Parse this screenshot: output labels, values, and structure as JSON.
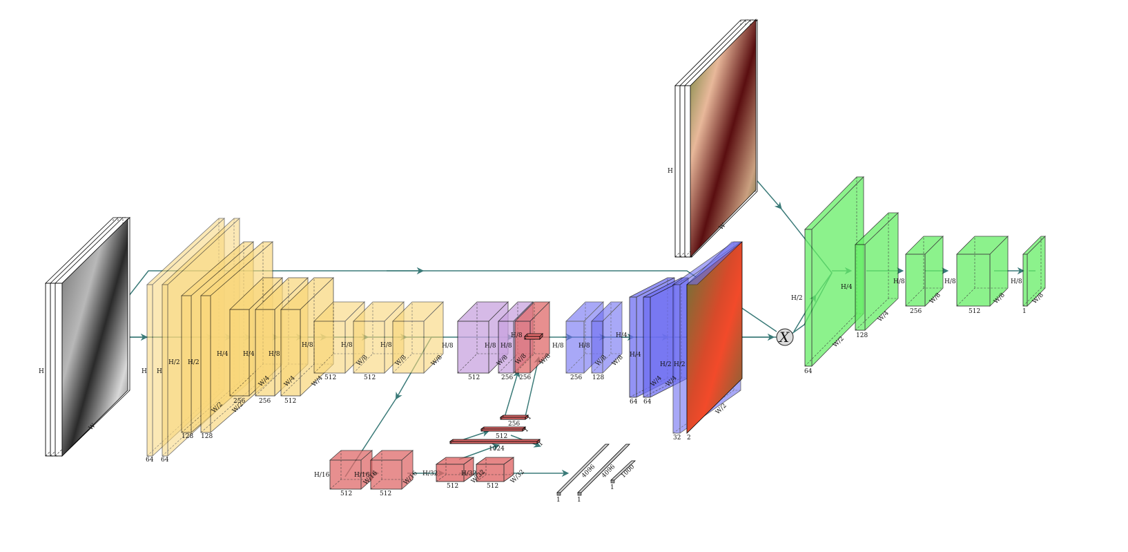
{
  "colors": {
    "encoder": "#f9d77a",
    "fusion": "#c9a3e0",
    "classifier": "#e06a6a",
    "decoder": "#6f6ff2",
    "discriminator": "#66ee66",
    "arrow": "#3a7a78",
    "edge": "#000000"
  },
  "icons": {
    "input_image": "grayscale-photo-icon",
    "output_image": "color-photo-icon",
    "fusion_node": "multiply-node-icon"
  },
  "labels": {
    "fusion_symbol": "X",
    "input_h": "H",
    "input_w": "W",
    "out_h": "H",
    "out_w": "W",
    "enc": [
      "H",
      "H",
      "H/2",
      "H/2",
      "H/4",
      "H/4",
      "H/8",
      "H/8",
      "H/8",
      "H/8"
    ],
    "enc_ch": [
      "64",
      "64",
      "128",
      "128",
      "256",
      "256",
      "512",
      "512",
      "512"
    ],
    "enc_w": [
      "W/2",
      "W/2",
      "W/4",
      "W/4",
      "W/4",
      "W/8",
      "W/8",
      "W/8"
    ],
    "fusion_h": [
      "H/8",
      "H/8",
      "H/8",
      "H/8"
    ],
    "fusion_ch": [
      "512",
      "256",
      "256"
    ],
    "fusion_w": [
      "W/8",
      "W/8",
      "W/8"
    ],
    "cls_h": [
      "H/16",
      "H/16",
      "H/32",
      "H/32"
    ],
    "cls_ch": [
      "512",
      "512",
      "512",
      "512"
    ],
    "cls_w": [
      "W/16",
      "W/16",
      "W/32",
      "W/32"
    ],
    "fc": [
      "256",
      "512",
      "1024"
    ],
    "fc_one": [
      "1",
      "1",
      "1"
    ],
    "bars": [
      "4096",
      "4096",
      "1000"
    ],
    "bars_one": [
      "1",
      "1",
      "1"
    ],
    "dec_h": [
      "H/8",
      "H/8",
      "H/4",
      "H/4",
      "H/2",
      "H/2"
    ],
    "dec_ch": [
      "256",
      "128",
      "64",
      "64",
      "32",
      "2"
    ],
    "dec_w": [
      "W/8",
      "W/8",
      "W/4",
      "W/4",
      "W/2"
    ],
    "disc_h": [
      "H/2",
      "H/4",
      "H/8",
      "H/8",
      "H/8"
    ],
    "disc_w": [
      "W/2",
      "W/4",
      "W/8",
      "W/8",
      "W/8"
    ],
    "disc_ch": [
      "64",
      "128",
      "256",
      "512",
      "1"
    ]
  }
}
